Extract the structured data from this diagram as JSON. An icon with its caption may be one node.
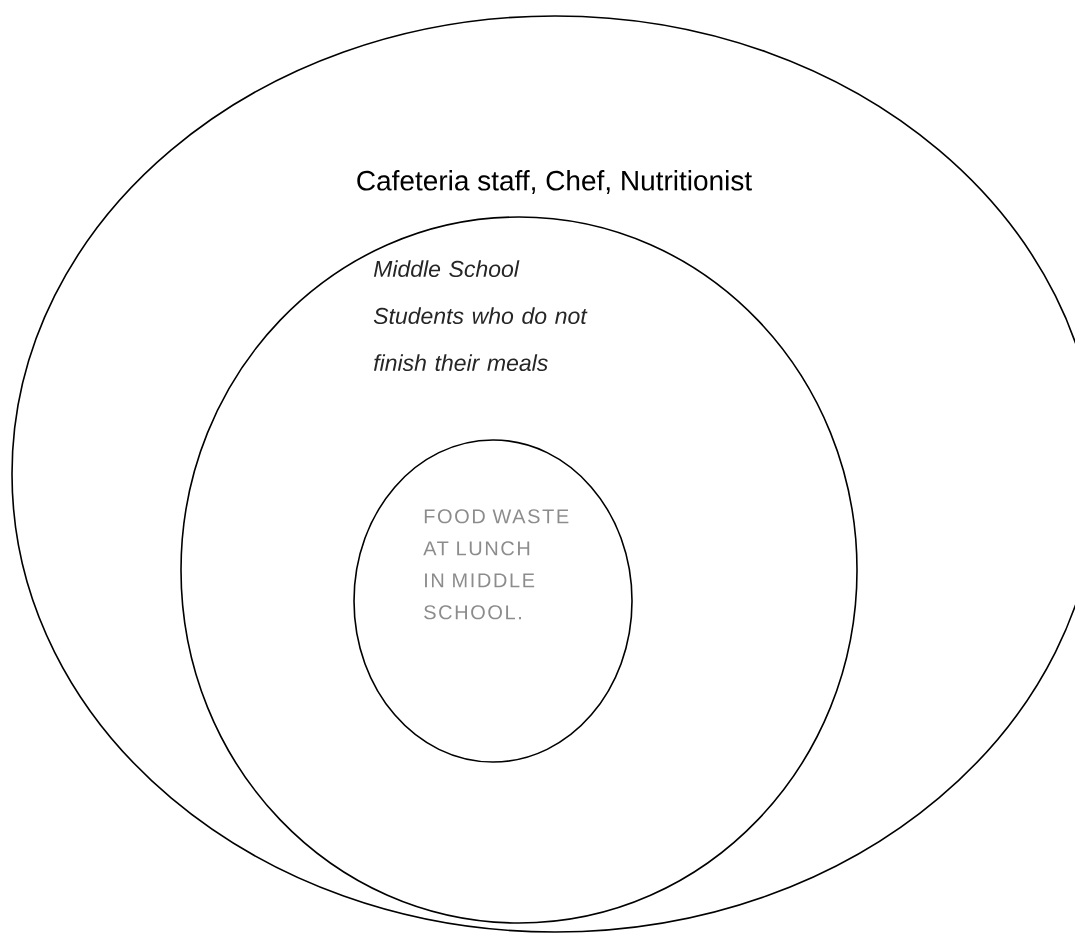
{
  "diagram": {
    "nodes": [
      {
        "text": [
          "Cafeteria staff, Chef, Nutritionist"
        ]
      },
      {
        "text": [
          "Middle School Students who do not finish their meals"
        ],
        "in": 0
      },
      {
        "text": [
          "FOOD WASTE AT LUNCH IN MIDDLE SCHOOL."
        ],
        "in": 1
      }
    ]
  }
}
